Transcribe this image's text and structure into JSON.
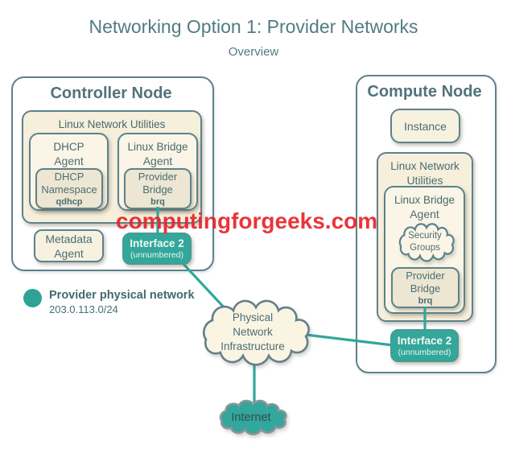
{
  "page": {
    "title": "Networking Option 1: Provider Networks",
    "subtitle": "Overview"
  },
  "watermark": "computingforgeeks.com",
  "colors": {
    "accent_teal": "#32a79b",
    "border_slate": "#5d828b",
    "cream_panel": "#f6efdc",
    "cream_agent": "#faf5e6",
    "cream_inner": "#ece6d2",
    "text_slate": "#4c6e74",
    "watermark_red": "#e8242a"
  },
  "controller_node": {
    "title": "Controller Node",
    "linux_network_utilities": "Linux Network Utilities",
    "dhcp_agent": {
      "lines": [
        "DHCP",
        "Agent"
      ]
    },
    "dhcp_namespace": {
      "lines": [
        "DHCP",
        "Namespace"
      ],
      "code": "qdhcp"
    },
    "linux_bridge_agent": {
      "lines": [
        "Linux Bridge",
        "Agent"
      ]
    },
    "provider_bridge": {
      "lines": [
        "Provider",
        "Bridge"
      ],
      "code": "brq"
    },
    "metadata_agent": {
      "lines": [
        "Metadata",
        "Agent"
      ]
    },
    "interface2": {
      "label": "Interface 2",
      "note": "(unnumbered)"
    }
  },
  "compute_node": {
    "title": "Compute Node",
    "instance": "Instance",
    "linux_network_utilities": {
      "lines": [
        "Linux Network",
        "Utilities"
      ]
    },
    "linux_bridge_agent": {
      "lines": [
        "Linux Bridge",
        "Agent"
      ]
    },
    "security_groups": {
      "lines": [
        "Security",
        "Groups"
      ]
    },
    "provider_bridge": {
      "lines": [
        "Provider",
        "Bridge"
      ],
      "code": "brq"
    },
    "interface2": {
      "label": "Interface 2",
      "note": "(unnumbered)"
    }
  },
  "legend": {
    "label": "Provider physical network",
    "subnet": "203.0.113.0/24"
  },
  "physical_network_cloud": {
    "lines": [
      "Physical",
      "Network",
      "Infrastructure"
    ]
  },
  "internet_cloud": {
    "label": "Internet"
  }
}
